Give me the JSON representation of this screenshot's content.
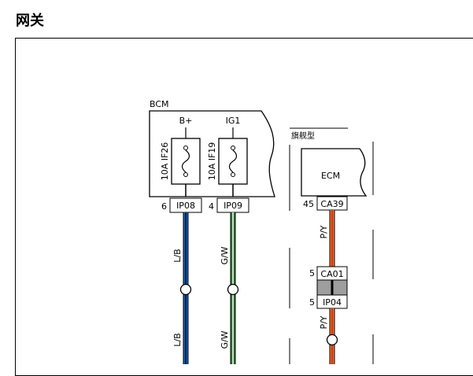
{
  "page": {
    "title": "网关"
  },
  "bcm": {
    "label": "BCM",
    "fuses": [
      {
        "supply": "B+",
        "rating": "10A IF26"
      },
      {
        "supply": "IG1",
        "rating": "10A IF19"
      }
    ],
    "pins": [
      {
        "number": "6",
        "connector": "IP08"
      },
      {
        "number": "4",
        "connector": "IP09"
      }
    ]
  },
  "flagship": {
    "label": "旗舰型",
    "ecm": {
      "label": "ECM",
      "pin_number": "45",
      "connector": "CA39"
    },
    "inline": {
      "pin_top": "5",
      "connector_top": "CA01",
      "pin_bottom": "5",
      "connector_bottom": "IP04"
    }
  },
  "wires": [
    {
      "label_upper": "L/B",
      "label_lower": "L/B",
      "color_main": "#1565c0",
      "color_stripe": "#000000"
    },
    {
      "label_upper": "G/W",
      "label_lower": "G/W",
      "color_main": "#2e7d32",
      "color_stripe": "#ffffff"
    },
    {
      "label_upper": "P/Y",
      "label_lower": "P/Y",
      "color_main": "#f57c00",
      "color_stripe": "#c2185b"
    }
  ]
}
